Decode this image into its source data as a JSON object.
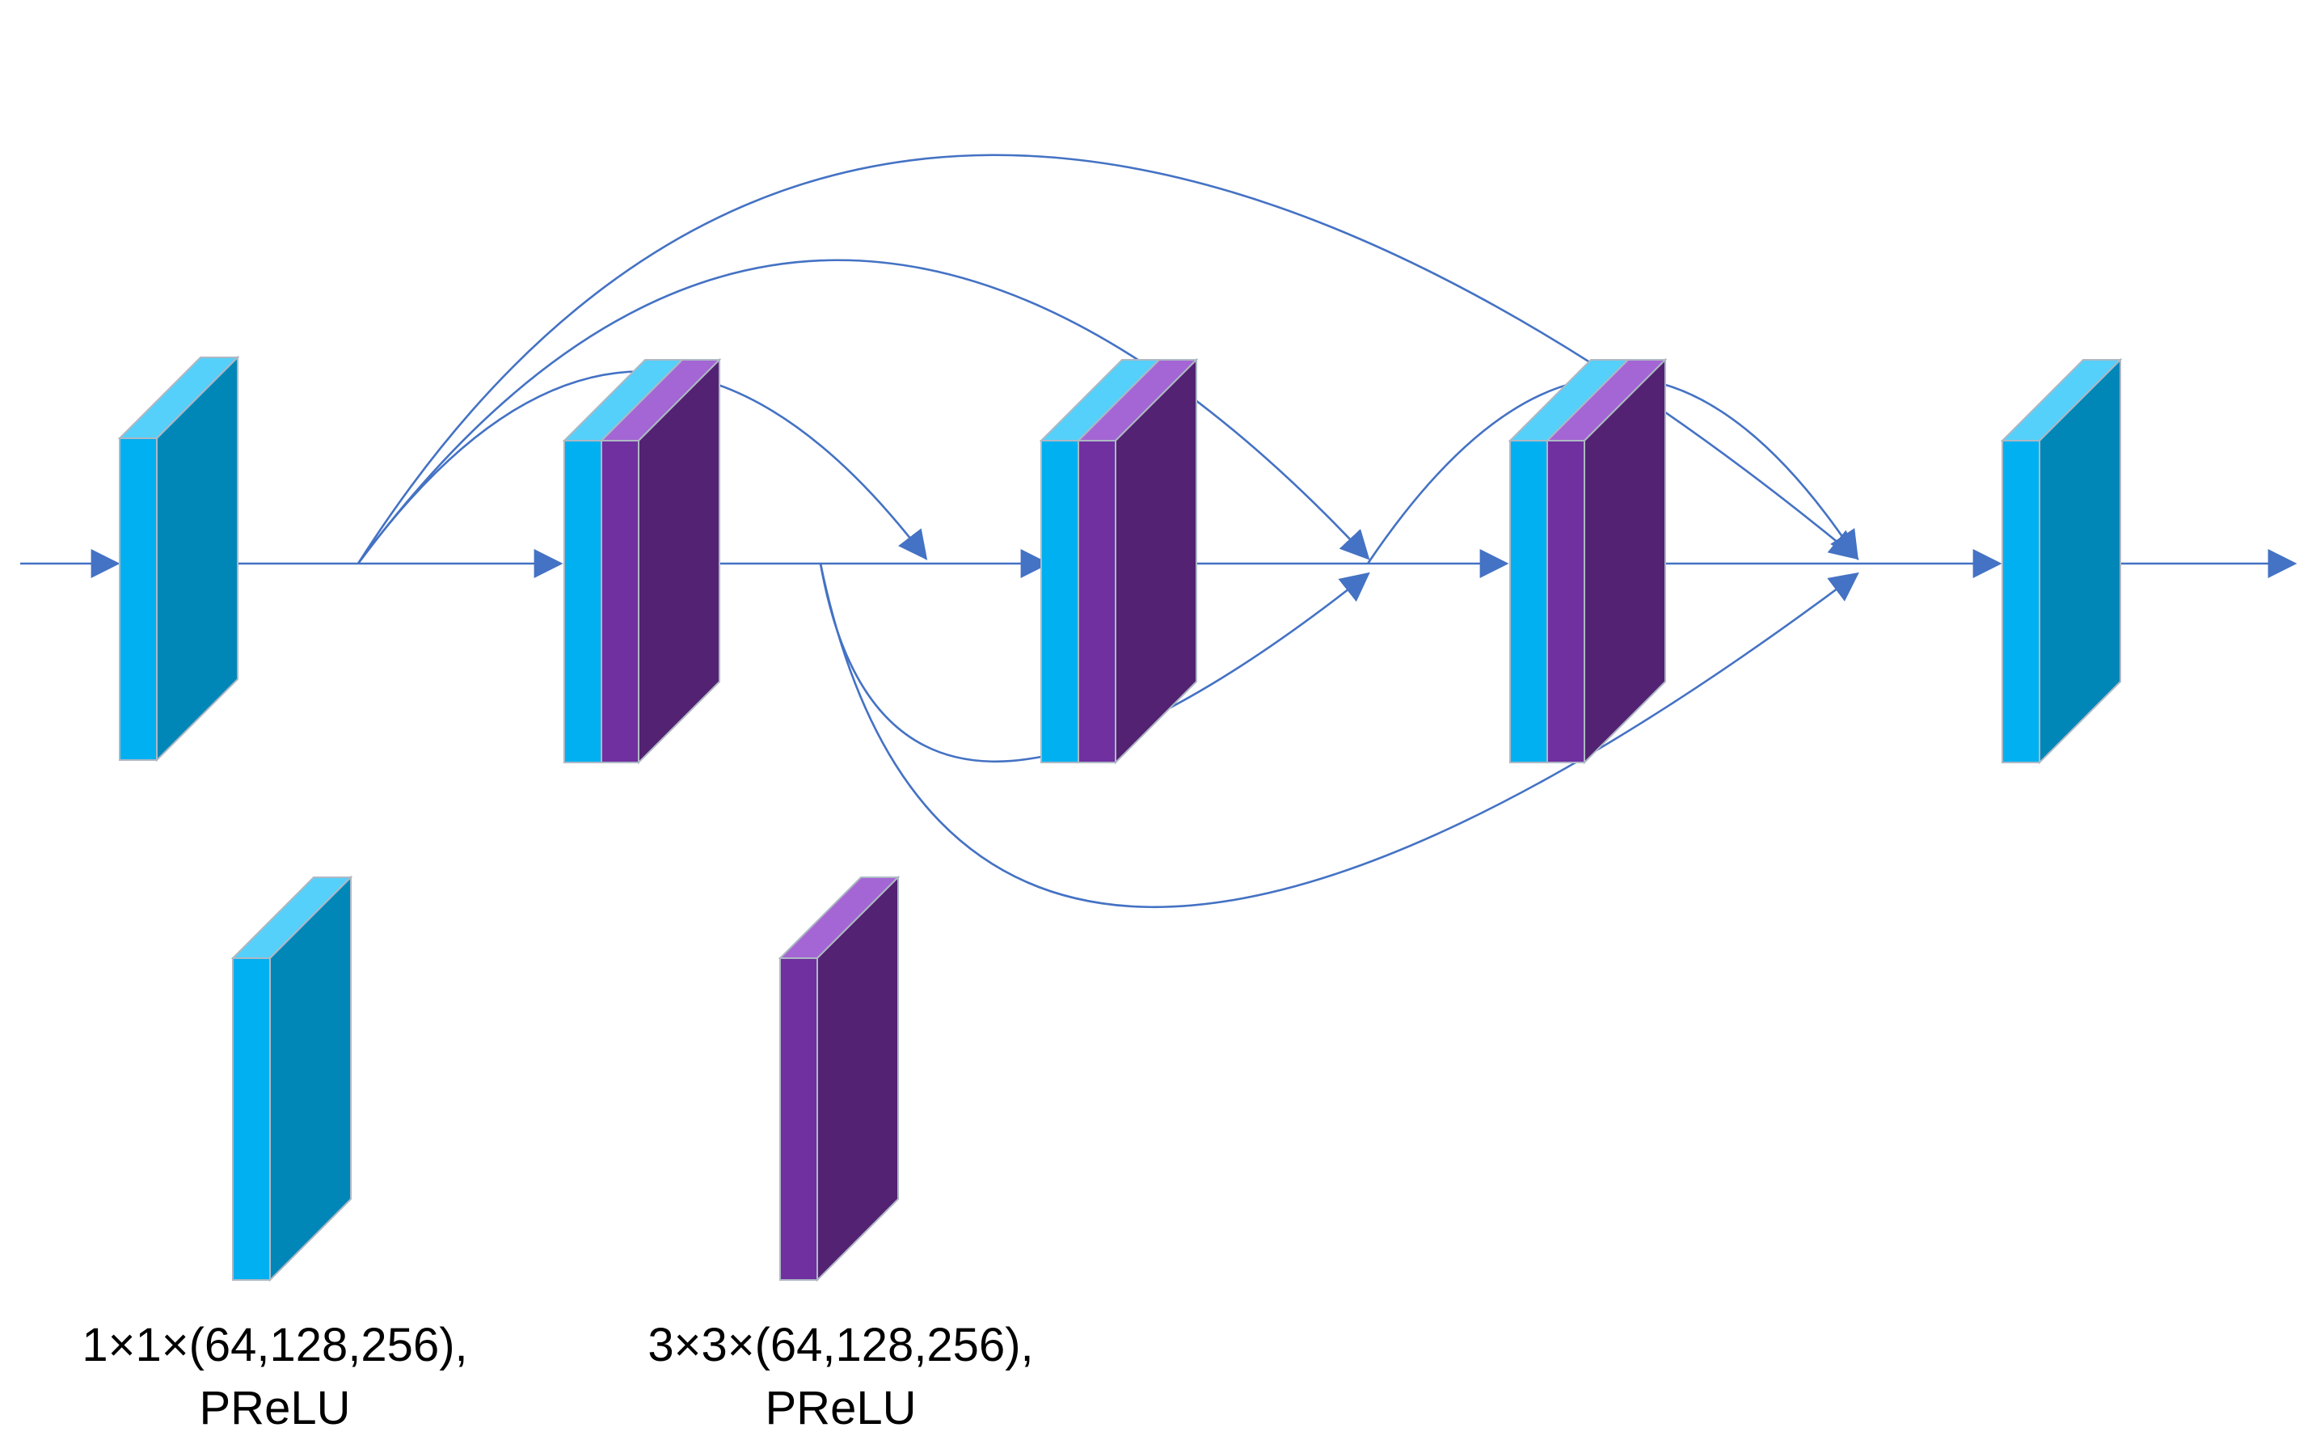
{
  "legend": [
    {
      "kernel": "1×1×(64,128,256),",
      "activation": "PReLU"
    },
    {
      "kernel": "3×3×(64,128,256),",
      "activation": "PReLU"
    }
  ],
  "colors": {
    "conv1_front": "#00b0f0",
    "conv1_side": "#0087b8",
    "conv1_top": "#55d0fa",
    "conv3_front": "#7030a0",
    "conv3_side": "#532272",
    "conv3_top": "#a466d4",
    "edge": "#aeb8c4",
    "arrow": "#4472c4"
  },
  "icons": {
    "conv1": "cyan-block-icon",
    "conv3": "purple-block-icon",
    "arrowhead": "arrowhead-icon"
  }
}
